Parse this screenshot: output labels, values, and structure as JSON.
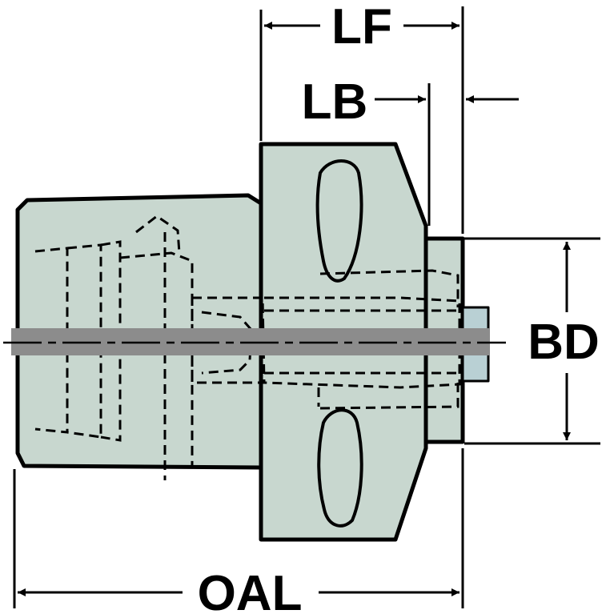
{
  "labels": {
    "lf": "LF",
    "lb": "LB",
    "bd": "BD",
    "oal": "OAL"
  },
  "colors": {
    "body_fill": "#c8d7cf",
    "outline": "#000000",
    "centerline": "#8c8c8c",
    "background": "#ffffff",
    "stub_fill": "#b9d0d4"
  }
}
